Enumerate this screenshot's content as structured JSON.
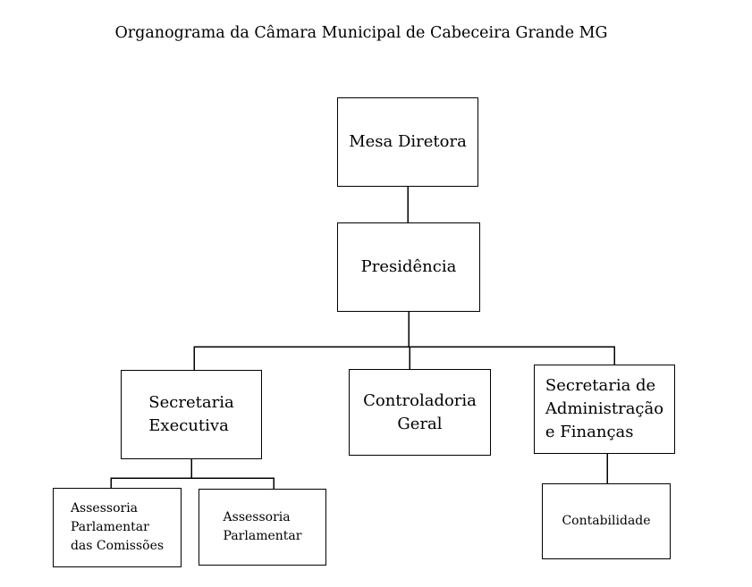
{
  "page": {
    "background_color": "#ffffff",
    "line_color": "#000000",
    "text_color": "#000000"
  },
  "org_chart": {
    "title": "Organograma da Câmara Municipal de Cabeceira Grande MG",
    "nodes": [
      {
        "id": "mesa-diretora",
        "label": "Mesa Diretora",
        "parent": null
      },
      {
        "id": "presidencia",
        "label": "Presidência",
        "parent": "mesa-diretora"
      },
      {
        "id": "secretaria-executiva",
        "label": "Secretaria\nExecutiva",
        "parent": "presidencia"
      },
      {
        "id": "controladoria-geral",
        "label": "Controladoria\nGeral",
        "parent": "presidencia"
      },
      {
        "id": "secretaria-administracao-financas",
        "label": "Secretaria de\nAdministração\ne Finanças",
        "parent": "presidencia"
      },
      {
        "id": "assessoria-parlamentar-comissoes",
        "label": "Assessoria\nParlamentar\ndas Comissões",
        "parent": "secretaria-executiva"
      },
      {
        "id": "assessoria-parlamentar",
        "label": "Assessoria\nParlamentar",
        "parent": "secretaria-executiva"
      },
      {
        "id": "contabilidade",
        "label": "Contabilidade",
        "parent": "secretaria-administracao-financas"
      }
    ]
  }
}
